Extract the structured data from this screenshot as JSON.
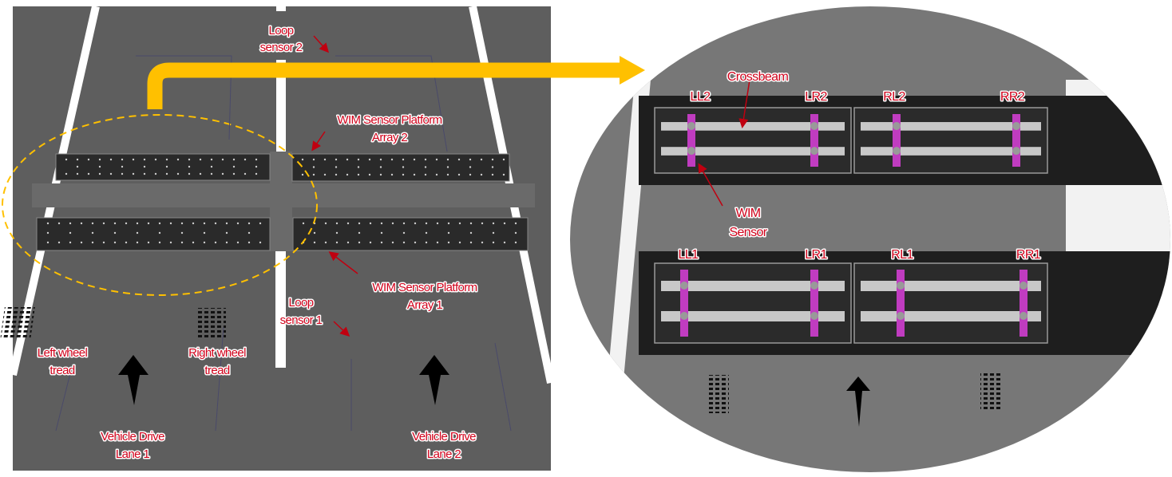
{
  "overview": {
    "loop_sensor_2": [
      "Loop",
      "sensor 2"
    ],
    "wim_array_2": [
      "WIM Sensor Platform",
      "Array 2"
    ],
    "wim_array_1": [
      "WIM Sensor Platform",
      "Array 1"
    ],
    "loop_sensor_1": [
      "Loop",
      "sensor 1"
    ],
    "left_wheel_tread": [
      "Left wheel",
      "tread"
    ],
    "right_wheel_tread": [
      "Right wheel",
      "tread"
    ],
    "lane_1": [
      "Vehicle Drive",
      "Lane 1"
    ],
    "lane_2": [
      "Vehicle Drive",
      "Lane 2"
    ]
  },
  "detail": {
    "crossbeam": "Crossbeam",
    "wim_sensor": [
      "WIM",
      "Sensor"
    ],
    "row2": [
      "LL2",
      "LR2",
      "RL2",
      "RR2"
    ],
    "row1": [
      "LL1",
      "LR1",
      "RL1",
      "RR1"
    ]
  },
  "colors": {
    "highlight": "#ffc000",
    "label": "#d0021b",
    "sensor": "#c03cc0"
  }
}
